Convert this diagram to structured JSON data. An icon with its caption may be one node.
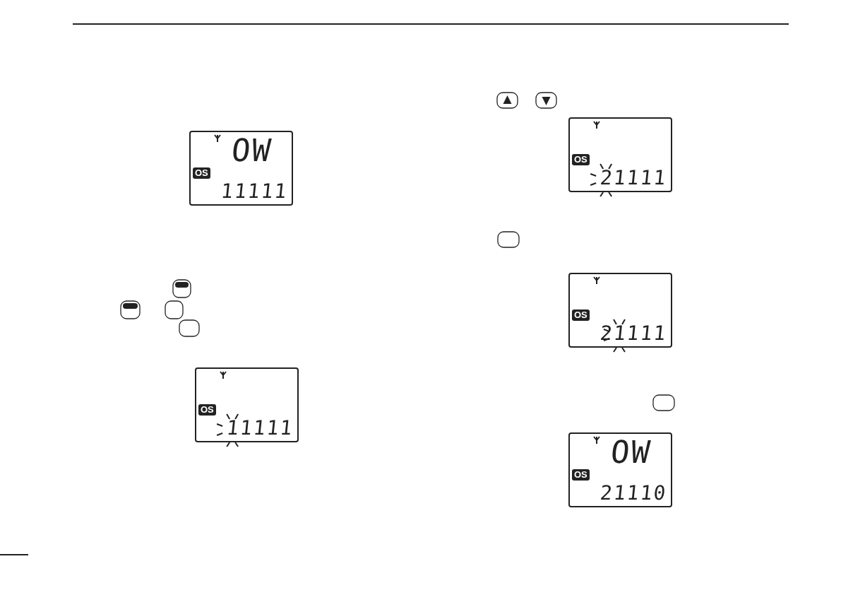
{
  "diagram": {
    "nodes": [
      {
        "text": [
          "OS",
          "OW",
          "11111"
        ]
      },
      {
        "text": [
          "OS",
          "11111"
        ]
      },
      {
        "text": [
          "OS",
          "21111"
        ]
      },
      {
        "text": [
          "OS",
          "21111"
        ]
      },
      {
        "text": [
          "OS",
          "OW",
          "21110"
        ]
      }
    ]
  }
}
